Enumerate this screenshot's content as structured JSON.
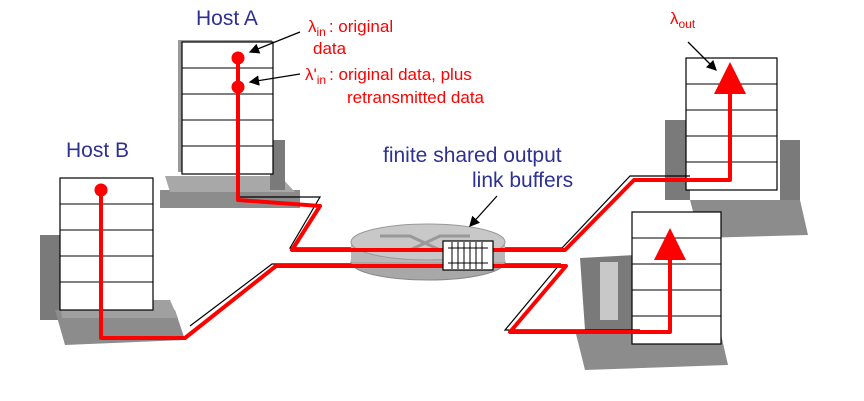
{
  "labels": {
    "host_a": "Host A",
    "host_b": "Host B",
    "buffers_line1": "finite shared output",
    "buffers_line2": "link buffers",
    "lambda_in_symbol": "λ",
    "lambda_in_sub": "in",
    "lambda_in_text": ": original",
    "lambda_in_text2": "data",
    "lambda_in_prime_symbol": "λ'",
    "lambda_in_prime_sub": "in",
    "lambda_in_prime_text": ": original data, plus",
    "lambda_in_prime_text2": "retransmitted data",
    "lambda_out_symbol": "λ",
    "lambda_out_sub": "out"
  },
  "colors": {
    "flow": "#ff0000",
    "label_blue": "#2e3192",
    "label_red": "#ff0000",
    "computer_gray": "#8c8c8c",
    "router": "#c8c8c8"
  }
}
